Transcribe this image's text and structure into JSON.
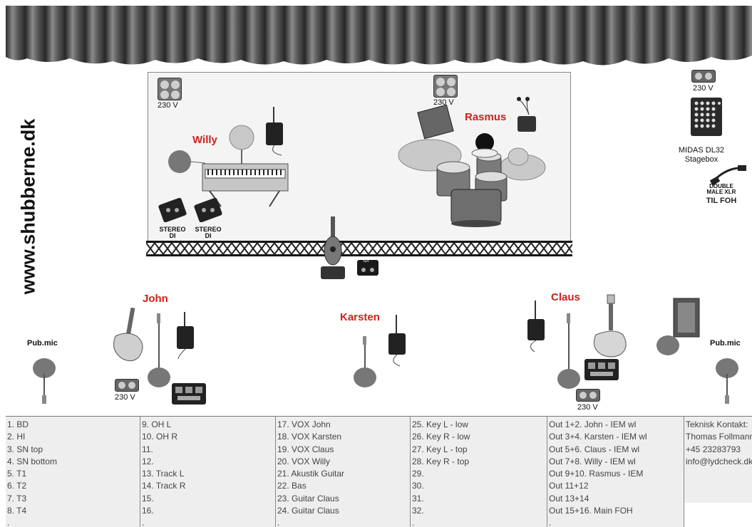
{
  "site_url": "www.shubberne.dk",
  "performers": {
    "willy": "Willy",
    "rasmus": "Rasmus",
    "john": "John",
    "karsten": "Karsten",
    "claus": "Claus"
  },
  "power": {
    "label": "230 V"
  },
  "stagebox": {
    "line1": "MIDAS DL32",
    "line2": "Stagebox"
  },
  "cable": {
    "line1": "DOUBLE",
    "line2": "MALE XLR",
    "line3": "TIL FOH"
  },
  "di": {
    "line1": "STEREO",
    "line2": "DI",
    "small": "iDI"
  },
  "pub_mic": "Pub.mic",
  "channel_columns": [
    [
      "1. BD",
      "2. HI",
      "3. SN top",
      "4. SN bottom",
      "5. T1",
      "6. T2",
      "7. T3",
      "8. T4",
      "."
    ],
    [
      "9. OH L",
      "10. OH R",
      "11.",
      "12.",
      "13. Track L",
      "14. Track R",
      "15.",
      "16.",
      "."
    ],
    [
      "17. VOX John",
      "18. VOX Karsten",
      "19. VOX Claus",
      "20. VOX Willy",
      "21. Akustik Guitar",
      "22. Bas",
      "23. Guitar Claus",
      "24. Guitar Claus",
      "."
    ],
    [
      "25. Key L - low",
      "26. Key R - low",
      "27. Key L - top",
      "28. Key R - top",
      "29.",
      "30.",
      "31.",
      "32.",
      "."
    ],
    [
      "Out 1+2. John - IEM wl",
      "Out 3+4. Karsten - IEM wl",
      "Out 5+6. Claus - IEM wl",
      "Out 7+8. Willy - IEM wl",
      "Out 9+10. Rasmus - IEM",
      "Out 11+12",
      "Out 13+14",
      "Out 15+16. Main FOH",
      "."
    ],
    [
      "Teknisk Kontakt:",
      "Thomas Follmann",
      "+45 23283793",
      "info@lydcheck.dk"
    ]
  ],
  "colors": {
    "performer_name": "#d0201c",
    "table_bg": "#eeeeee",
    "curtain": "#5a5a5a"
  }
}
